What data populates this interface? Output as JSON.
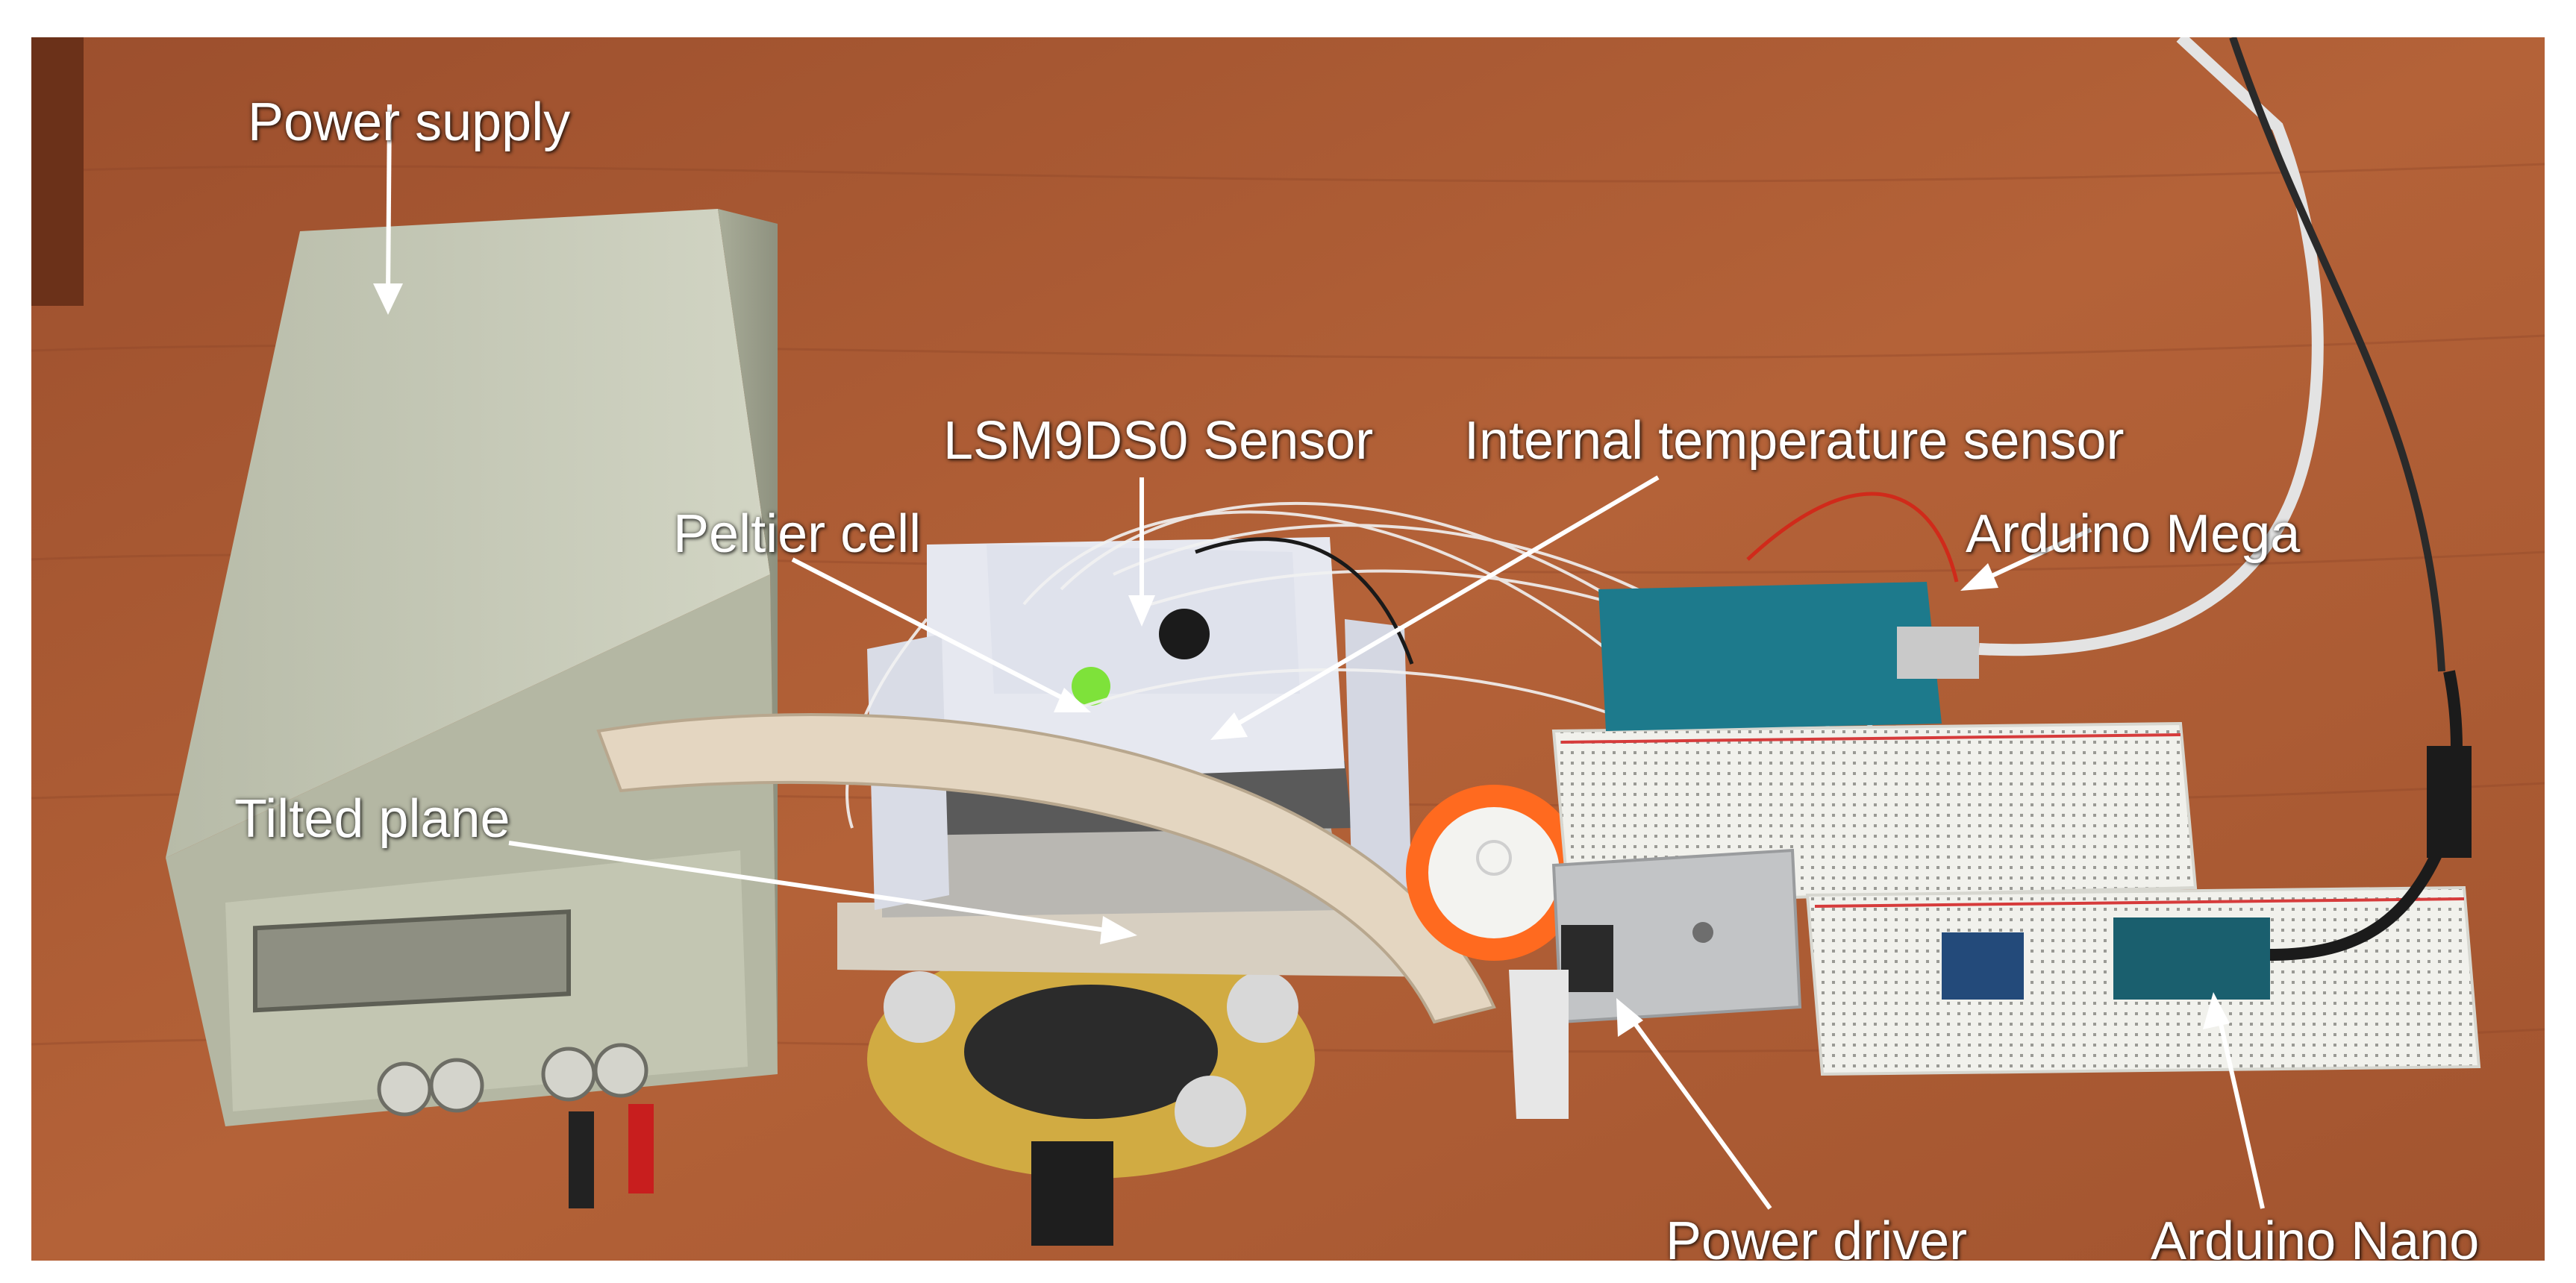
{
  "labels": {
    "power_supply": "Power supply",
    "lsm9ds0_sensor": "LSM9DS0 Sensor",
    "internal_temperature_sensor": "Internal temperature sensor",
    "peltier_cell": "Peltier cell",
    "arduino_mega": "Arduino Mega",
    "tilted_plane": "Tilted plane",
    "power_driver": "Power driver",
    "arduino_nano": "Arduino Nano"
  },
  "colors": {
    "desk": "#b0603a",
    "desk_dark": "#8a4526",
    "power_supply_body": "#c9ccb9",
    "foam": "#e8eaf2",
    "arc_wood": "#e6d9c6",
    "breadboard": "#f2f2ef",
    "arduino_board": "#1d7a8c",
    "level_orange": "#ff6a1f",
    "mount_yellow": "#d9b64a",
    "callout": "#ffffff"
  }
}
